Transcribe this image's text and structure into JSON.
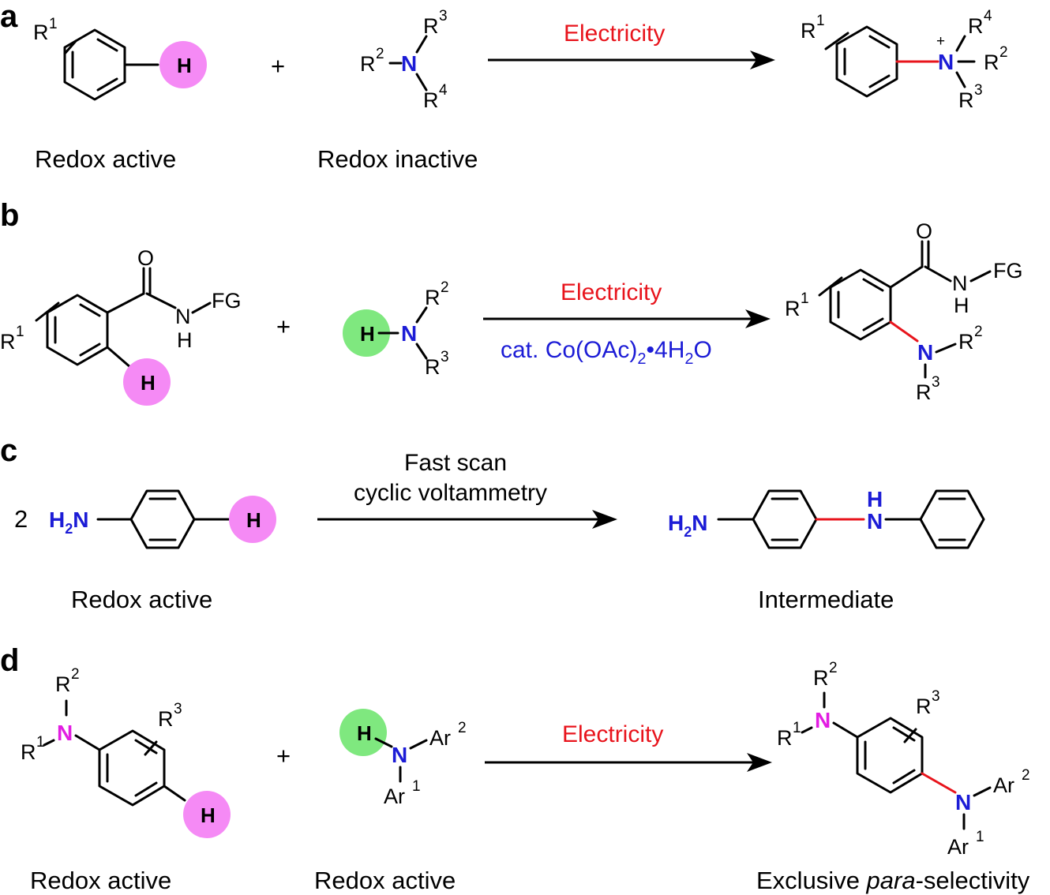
{
  "colors": {
    "bond": "#000000",
    "new_bond": "#e8141c",
    "nitrogen_blue": "#1c1cd6",
    "nitrogen_magenta": "#e21de2",
    "h_highlight_pink": "#f58af5",
    "h_highlight_green": "#7fe87f",
    "electricity_text": "#e8141c",
    "catalyst_text": "#1c1cd6"
  },
  "panels": {
    "a": {
      "label": "a",
      "condition": "Electricity",
      "captions": [
        "Redox active",
        "Redox inactive"
      ],
      "plus": "+",
      "reactant1": {
        "r": "R",
        "r_sup": "1",
        "h": "H"
      },
      "reactant2": {
        "n": "N",
        "r_a": "R",
        "r_a_sup": "2",
        "r_b": "R",
        "r_b_sup": "3",
        "r_c": "R",
        "r_c_sup": "4"
      },
      "product": {
        "r1": "R",
        "r1_sup": "1",
        "n": "N",
        "charge": "+",
        "r4": "R",
        "r4_sup": "4",
        "r2": "R",
        "r2_sup": "2",
        "r3": "R",
        "r3_sup": "3"
      }
    },
    "b": {
      "label": "b",
      "condition_top": "Electricity",
      "catalyst": {
        "prefix": "cat. Co(OAc)",
        "sub1": "2",
        "dot": "•4H",
        "sub2": "2",
        "suffix": "O"
      },
      "plus": "+",
      "reactant1": {
        "o": "O",
        "n": "N",
        "fg": "FG",
        "nh": "H",
        "r": "R",
        "r_sup": "1",
        "h": "H"
      },
      "reactant2": {
        "h": "H",
        "n": "N",
        "r2": "R",
        "r2_sup": "2",
        "r3": "R",
        "r3_sup": "3"
      },
      "product": {
        "o": "O",
        "n_amide": "N",
        "fg": "FG",
        "nh": "H",
        "r1": "R",
        "r1_sup": "1",
        "n": "N",
        "r2": "R",
        "r2_sup": "2",
        "r3": "R",
        "r3_sup": "3"
      }
    },
    "c": {
      "label": "c",
      "coefficient": "2",
      "condition_line1": "Fast scan",
      "condition_line2": "cyclic voltammetry",
      "captions": [
        "Redox active",
        "Intermediate"
      ],
      "reactant": {
        "h2": "H",
        "h2_sub": "2",
        "n": "N",
        "h": "H"
      },
      "product": {
        "h2": "H",
        "h2_sub": "2",
        "n": "N",
        "nh_h": "H",
        "nh_n": "N"
      }
    },
    "d": {
      "label": "d",
      "condition": "Electricity",
      "captions": [
        "Redox active",
        "Redox active"
      ],
      "plus": "+",
      "reactant1": {
        "r2": "R",
        "r2_sup": "2",
        "n": "N",
        "r1": "R",
        "r1_sup": "1",
        "r3": "R",
        "r3_sup": "3",
        "h": "H"
      },
      "reactant2": {
        "h": "H",
        "n": "N",
        "ar2": "Ar",
        "ar2_sup": "2",
        "ar1": "Ar",
        "ar1_sup": "1"
      },
      "product": {
        "r2": "R",
        "r2_sup": "2",
        "n_top": "N",
        "r1": "R",
        "r1_sup": "1",
        "r3": "R",
        "r3_sup": "3",
        "n": "N",
        "ar2": "Ar",
        "ar2_sup": "2",
        "ar1": "Ar",
        "ar1_sup": "1"
      },
      "product_caption": {
        "pre": "Exclusive ",
        "italic": "para",
        "post": "-selectivity"
      }
    }
  }
}
